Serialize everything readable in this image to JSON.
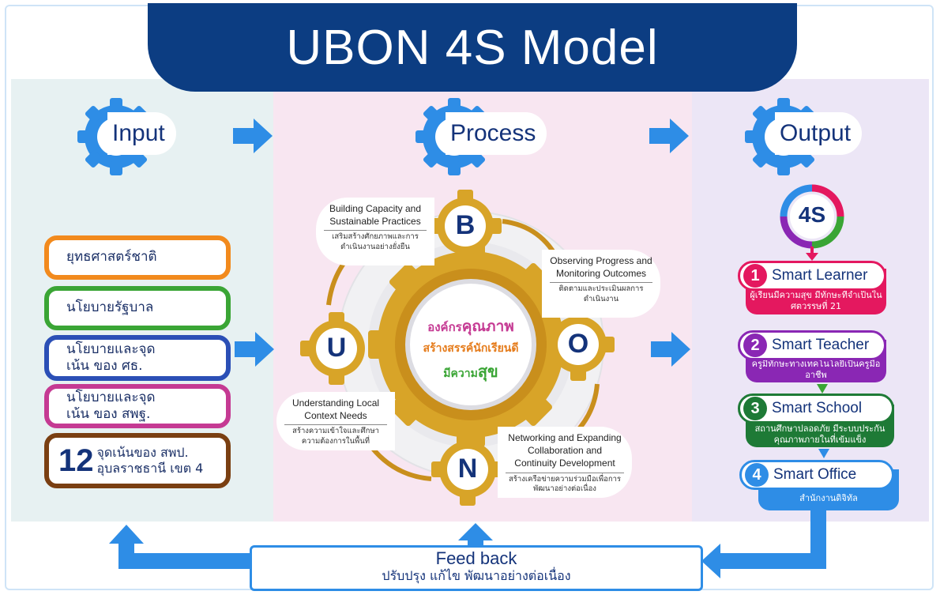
{
  "title": "UBON 4S Model",
  "colors": {
    "navy": "#0c3d82",
    "blue": "#2e8de6",
    "gold": "#d8a428",
    "input_bg": "#e7f1f2",
    "process_bg": "#f8e6f1",
    "output_bg": "#ece6f6"
  },
  "stages": {
    "input": "Input",
    "process": "Process",
    "output": "Output"
  },
  "inputs": [
    {
      "text": "ยุทธศาสตร์ชาติ",
      "color": "#f28a1d"
    },
    {
      "text": "นโยบายรัฐบาล",
      "color": "#3aa535"
    },
    {
      "text": "นโยบายและจุดเน้น ของ ศธ.",
      "color": "#2b4fb6"
    },
    {
      "text": "นโยบายและจุดเน้น ของ สพฐ.",
      "color": "#c53a93"
    },
    {
      "text_num": "12",
      "text": "จุดเน้นของ สพป. อุบลราชธานี เขต 4",
      "color": "#7a3f12"
    }
  ],
  "process": {
    "center_line1_a": "องค์กร",
    "center_line1_b": "คุณภาพ",
    "center_line2": "สร้างสรรค์นักเรียนดี",
    "center_line3_a": "มีความ",
    "center_line3_b": "สุข",
    "letters": {
      "b": "B",
      "o": "O",
      "n": "N",
      "u": "U"
    },
    "b_en": "Building Capacity and Sustainable Practices",
    "b_th": "เสริมสร้างศักยภาพและการดำเนินงานอย่างยั่งยืน",
    "o_en": "Observing Progress and Monitoring Outcomes",
    "o_th": "ติดตามและประเมินผลการดำเนินงาน",
    "n_en": "Networking and Expanding Collaboration and Continuity Development",
    "n_th": "สร้างเครือข่ายความร่วมมือเพื่อการพัฒนาอย่างต่อเนื่อง",
    "u_en": "Understanding Local Context Needs",
    "u_th": "สร้างความเข้าใจและศึกษาความต้องการในพื้นที่"
  },
  "output": {
    "badge": "4S",
    "items": [
      {
        "num": "1",
        "name": "Smart Learner",
        "desc": "ผู้เรียนมีความสุข มีทักษะที่จำเป็นในศตวรรษที่ 21",
        "color": "#e4185f"
      },
      {
        "num": "2",
        "name": "Smart Teacher",
        "desc": "ครูมีทักษะทางเทคโนโลยีเป็นครูมืออาชีพ",
        "color": "#8a27b4"
      },
      {
        "num": "3",
        "name": "Smart School",
        "desc": "สถานศึกษาปลอดภัย มีระบบประกันคุณภาพภายในที่เข้มแข็ง",
        "color": "#1e7a36"
      },
      {
        "num": "4",
        "name": "Smart Office",
        "desc": "สำนักงานดิจิทัล",
        "color": "#2e8de6"
      }
    ]
  },
  "feedback": {
    "title": "Feed back",
    "subtitle": "ปรับปรุง แก้ไข พัฒนาอย่างต่อเนื่อง"
  }
}
